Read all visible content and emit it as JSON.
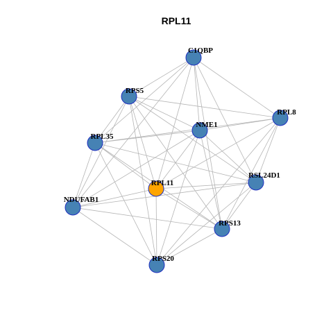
{
  "title": "RPL11",
  "colors": {
    "default_node": "#4682b4",
    "highlight_node": "#ffa500",
    "node_border": "#1f2fbf",
    "edge": "#b4b4b4"
  },
  "nodes": [
    {
      "id": "C1QBP",
      "label": "C1QBP"
    },
    {
      "id": "RPS5",
      "label": "RPS5"
    },
    {
      "id": "RPL8",
      "label": "RPL8"
    },
    {
      "id": "NME1",
      "label": "NME1"
    },
    {
      "id": "RPL35",
      "label": "RPL35"
    },
    {
      "id": "RPL11",
      "label": "RPL11",
      "highlight": true
    },
    {
      "id": "RSL24D1",
      "label": "RSL24D1"
    },
    {
      "id": "NDUFAB1",
      "label": "NDUFAB1"
    },
    {
      "id": "RPS13",
      "label": "RPS13"
    },
    {
      "id": "RPS20",
      "label": "RPS20"
    }
  ],
  "edges": [
    [
      "C1QBP",
      "RPS5"
    ],
    [
      "C1QBP",
      "RPL8"
    ],
    [
      "C1QBP",
      "NME1"
    ],
    [
      "C1QBP",
      "RPL35"
    ],
    [
      "C1QBP",
      "RPL11"
    ],
    [
      "C1QBP",
      "RSL24D1"
    ],
    [
      "C1QBP",
      "NDUFAB1"
    ],
    [
      "C1QBP",
      "RPS13"
    ],
    [
      "RPS5",
      "RPL8"
    ],
    [
      "RPS5",
      "NME1"
    ],
    [
      "RPS5",
      "RPL35"
    ],
    [
      "RPS5",
      "RPL11"
    ],
    [
      "RPS5",
      "RSL24D1"
    ],
    [
      "RPS5",
      "NDUFAB1"
    ],
    [
      "RPS5",
      "RPS13"
    ],
    [
      "RPS5",
      "RPS20"
    ],
    [
      "RPL8",
      "NME1"
    ],
    [
      "RPL8",
      "RPL35"
    ],
    [
      "RPL8",
      "RSL24D1"
    ],
    [
      "RPL8",
      "RPS13"
    ],
    [
      "RPL8",
      "RPS20"
    ],
    [
      "RPL8",
      "RPL11"
    ],
    [
      "NME1",
      "RPL35"
    ],
    [
      "NME1",
      "RPL11"
    ],
    [
      "NME1",
      "RSL24D1"
    ],
    [
      "NME1",
      "NDUFAB1"
    ],
    [
      "NME1",
      "RPS13"
    ],
    [
      "NME1",
      "RPS20"
    ],
    [
      "RPL35",
      "RPL11"
    ],
    [
      "RPL35",
      "RSL24D1"
    ],
    [
      "RPL35",
      "NDUFAB1"
    ],
    [
      "RPL35",
      "RPS13"
    ],
    [
      "RPL35",
      "RPS20"
    ],
    [
      "RPL11",
      "RSL24D1"
    ],
    [
      "RPL11",
      "RPS13"
    ],
    [
      "RPL11",
      "RPS20"
    ],
    [
      "RPL11",
      "NDUFAB1"
    ],
    [
      "RSL24D1",
      "NDUFAB1"
    ],
    [
      "RSL24D1",
      "RPS13"
    ],
    [
      "RSL24D1",
      "RPS20"
    ],
    [
      "NDUFAB1",
      "RPS13"
    ],
    [
      "NDUFAB1",
      "RPS20"
    ],
    [
      "RPS13",
      "RPS20"
    ]
  ]
}
